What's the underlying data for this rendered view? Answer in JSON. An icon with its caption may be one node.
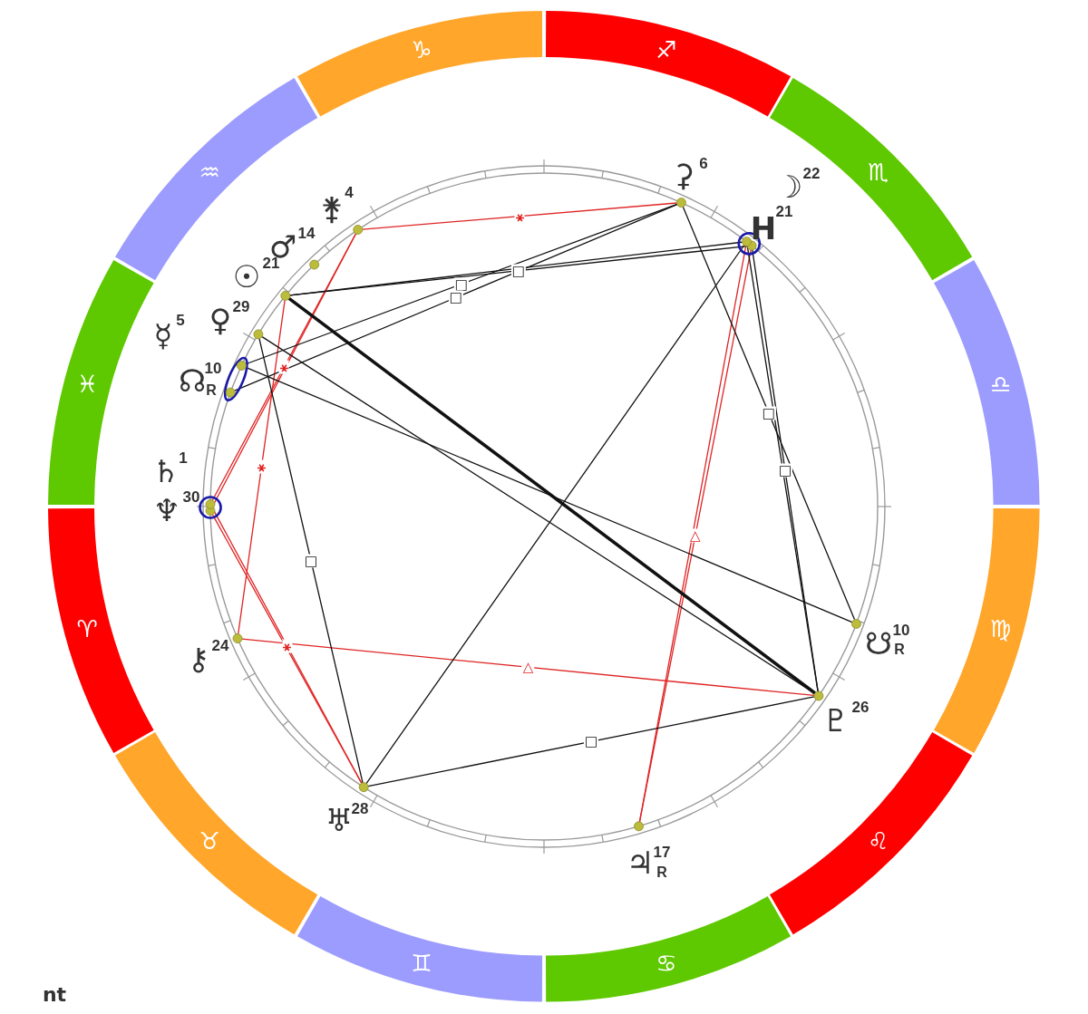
{
  "diagram": {
    "nodes": [
      {
        "text": [
          "♈"
        ]
      },
      {
        "text": [
          "♉"
        ]
      },
      {
        "text": [
          "♊"
        ]
      },
      {
        "text": [
          "♋"
        ]
      },
      {
        "text": [
          "♌"
        ]
      },
      {
        "text": [
          "♍"
        ]
      },
      {
        "text": [
          "♎"
        ]
      },
      {
        "text": [
          "♏"
        ]
      },
      {
        "text": [
          "♐"
        ]
      },
      {
        "text": [
          "♑"
        ]
      },
      {
        "text": [
          "♒"
        ]
      },
      {
        "text": [
          "♓"
        ]
      },
      {
        "text": [],
        "shape": "circle",
        "beside": [
          "⚵",
          "4"
        ]
      },
      {
        "text": [],
        "shape": "circle",
        "beside": [
          "♂",
          "14"
        ]
      },
      {
        "text": [],
        "shape": "circle",
        "beside": [
          "☉",
          "21"
        ]
      },
      {
        "text": [],
        "shape": "circle",
        "beside": [
          "♀",
          "29"
        ]
      },
      {
        "text": [],
        "shape": "circle",
        "beside": [
          "☿",
          "5"
        ]
      },
      {
        "text": [],
        "shape": "circle",
        "beside": [
          "☊",
          "10",
          "R"
        ]
      },
      {
        "text": [],
        "shape": "circle",
        "beside": [
          "♄",
          "1"
        ]
      },
      {
        "text": [],
        "shape": "circle",
        "beside": [
          "♆",
          "30"
        ]
      },
      {
        "text": [],
        "shape": "circle",
        "beside": [
          "⚷",
          "24"
        ]
      },
      {
        "text": [],
        "shape": "circle",
        "beside": [
          "♅",
          "28"
        ]
      },
      {
        "text": [],
        "shape": "circle",
        "beside": [
          "♃",
          "17",
          "R"
        ]
      },
      {
        "text": [],
        "shape": "circle",
        "beside": [
          "♇",
          "26"
        ]
      },
      {
        "text": [],
        "shape": "circle",
        "beside": [
          "☋",
          "10",
          "R"
        ]
      },
      {
        "text": [],
        "shape": "circle",
        "beside": [
          "H",
          "21"
        ]
      },
      {
        "text": [],
        "shape": "circle",
        "beside": [
          "☽",
          "22"
        ]
      },
      {
        "text": [],
        "shape": "circle",
        "beside": [
          "⚳",
          "6"
        ]
      }
    ],
    "edges": [
      {
        "from": 12,
        "to": 27,
        "arrow": "none",
        "label": "⚹",
        "color": "#e02424"
      },
      {
        "from": 12,
        "to": 19,
        "arrow": "none",
        "label": "⚹",
        "color": "#e02424"
      },
      {
        "from": 12,
        "to": 18,
        "arrow": "none",
        "color": "#e02424"
      },
      {
        "from": 14,
        "to": 20,
        "arrow": "none",
        "label": "⚹",
        "color": "#e02424"
      },
      {
        "from": 19,
        "to": 21,
        "arrow": "none",
        "label": "⚹",
        "color": "#e02424"
      },
      {
        "from": 18,
        "to": 21,
        "arrow": "none",
        "color": "#e02424"
      },
      {
        "from": 20,
        "to": 23,
        "arrow": "none",
        "label": "△",
        "color": "#e02424"
      },
      {
        "from": 25,
        "to": 22,
        "arrow": "none",
        "label": "△",
        "color": "#e02424"
      },
      {
        "from": 26,
        "to": 22,
        "arrow": "none",
        "color": "#e02424"
      },
      {
        "from": 14,
        "to": 23,
        "arrow": "none",
        "style": "thick"
      },
      {
        "from": 14,
        "to": 25,
        "arrow": "none",
        "label": "□"
      },
      {
        "from": 14,
        "to": 26,
        "arrow": "none"
      },
      {
        "from": 16,
        "to": 27,
        "arrow": "none",
        "label": "□"
      },
      {
        "from": 17,
        "to": 27,
        "arrow": "none",
        "label": "□"
      },
      {
        "from": 27,
        "to": 24,
        "arrow": "none",
        "label": "□"
      },
      {
        "from": 25,
        "to": 23,
        "arrow": "none",
        "label": "□"
      },
      {
        "from": 26,
        "to": 23,
        "arrow": "none"
      },
      {
        "from": 26,
        "to": 21,
        "arrow": "none"
      },
      {
        "from": 21,
        "to": 23,
        "arrow": "none",
        "label": "□"
      },
      {
        "from": 15,
        "to": 21,
        "arrow": "none",
        "label": "□"
      },
      {
        "from": 15,
        "to": 23,
        "arrow": "none"
      },
      {
        "from": 16,
        "to": 24,
        "arrow": "none"
      }
    ],
    "labels": [
      "nt"
    ]
  }
}
